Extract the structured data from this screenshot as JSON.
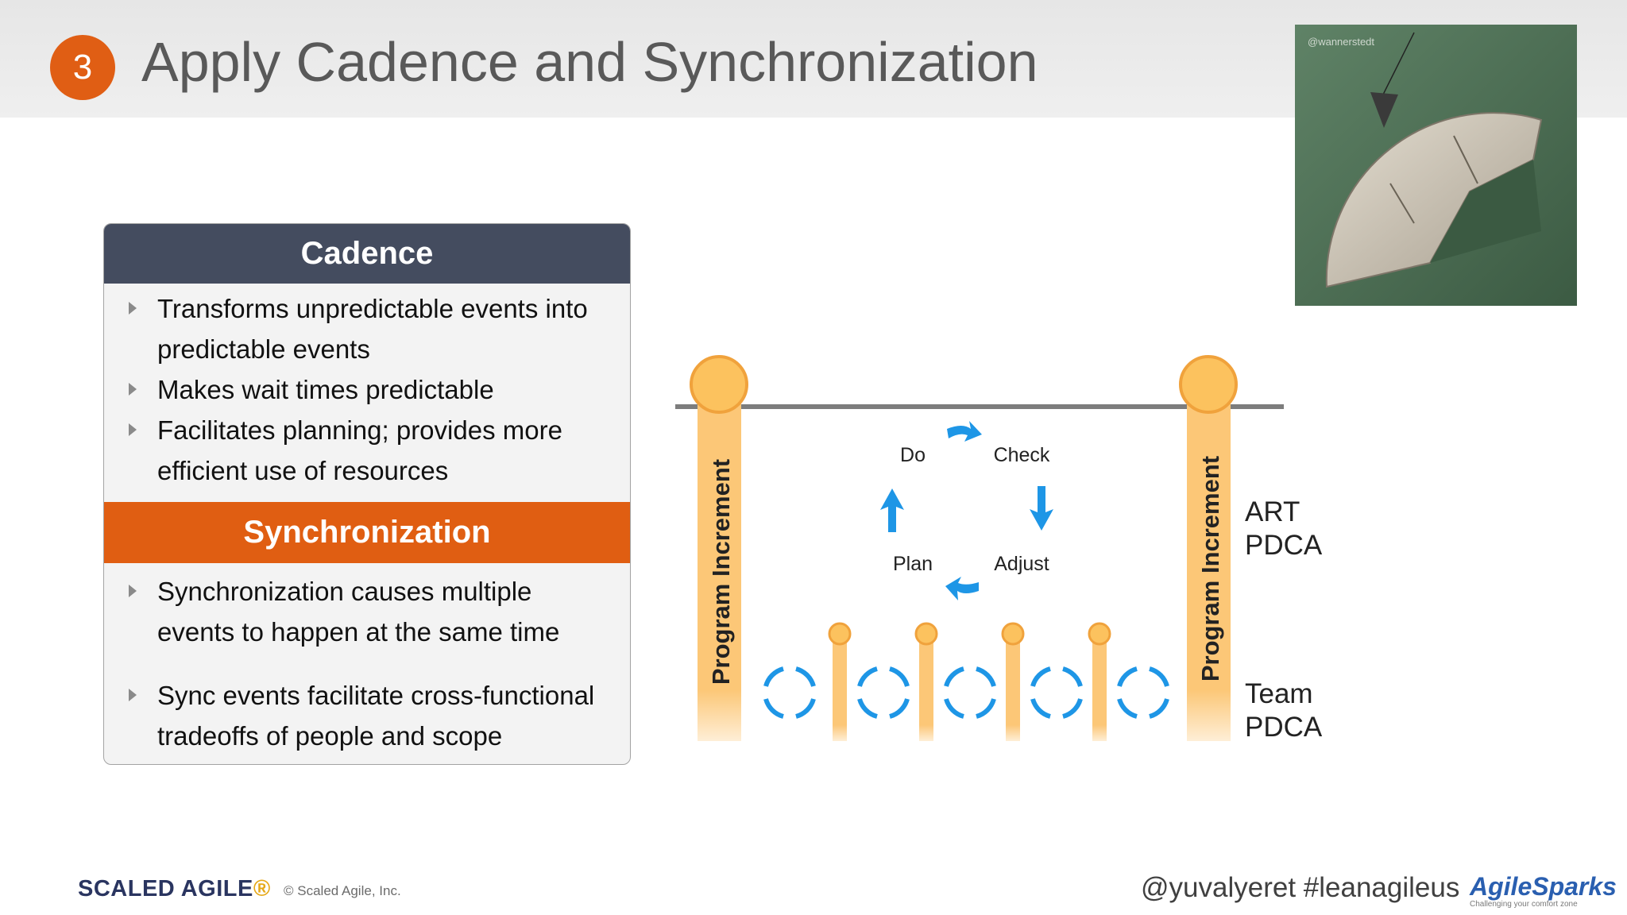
{
  "slide": {
    "step_number": "3",
    "title": "Apply Cadence and Synchronization"
  },
  "photo": {
    "caption": "@wannerstedt"
  },
  "panel": {
    "cadence": {
      "heading": "Cadence",
      "bullets": [
        [
          "Transforms unpredictable events into",
          "predictable events"
        ],
        [
          "Makes wait times predictable"
        ],
        [
          "Facilitates planning; provides more",
          "efficient use of resources"
        ]
      ]
    },
    "synchronization": {
      "heading": "Synchronization",
      "bullets": [
        [
          "Synchronization causes multiple",
          "events to happen at the same time"
        ],
        [
          "Sync events facilitate cross-functional",
          "tradeoffs of people and scope"
        ]
      ]
    }
  },
  "diagram": {
    "pillar_label": "Program Increment",
    "pdca_steps": {
      "plan": "Plan",
      "do": "Do",
      "check": "Check",
      "adjust": "Adjust"
    },
    "art_label": [
      "ART",
      "PDCA"
    ],
    "team_label": [
      "Team",
      "PDCA"
    ],
    "colors": {
      "pillar": "#fcc777",
      "arrow": "#1e96e6",
      "rail": "#7d7d7d"
    }
  },
  "footer": {
    "logo_main": "SCALED AGILE",
    "logo_mark": "®",
    "copyright": "© Scaled Agile, Inc.",
    "handle": "@yuvalyeret #leanagileus",
    "partner_logo_a": "Agile",
    "partner_logo_b": "Sparks",
    "partner_tagline": "Challenging your comfort zone"
  }
}
